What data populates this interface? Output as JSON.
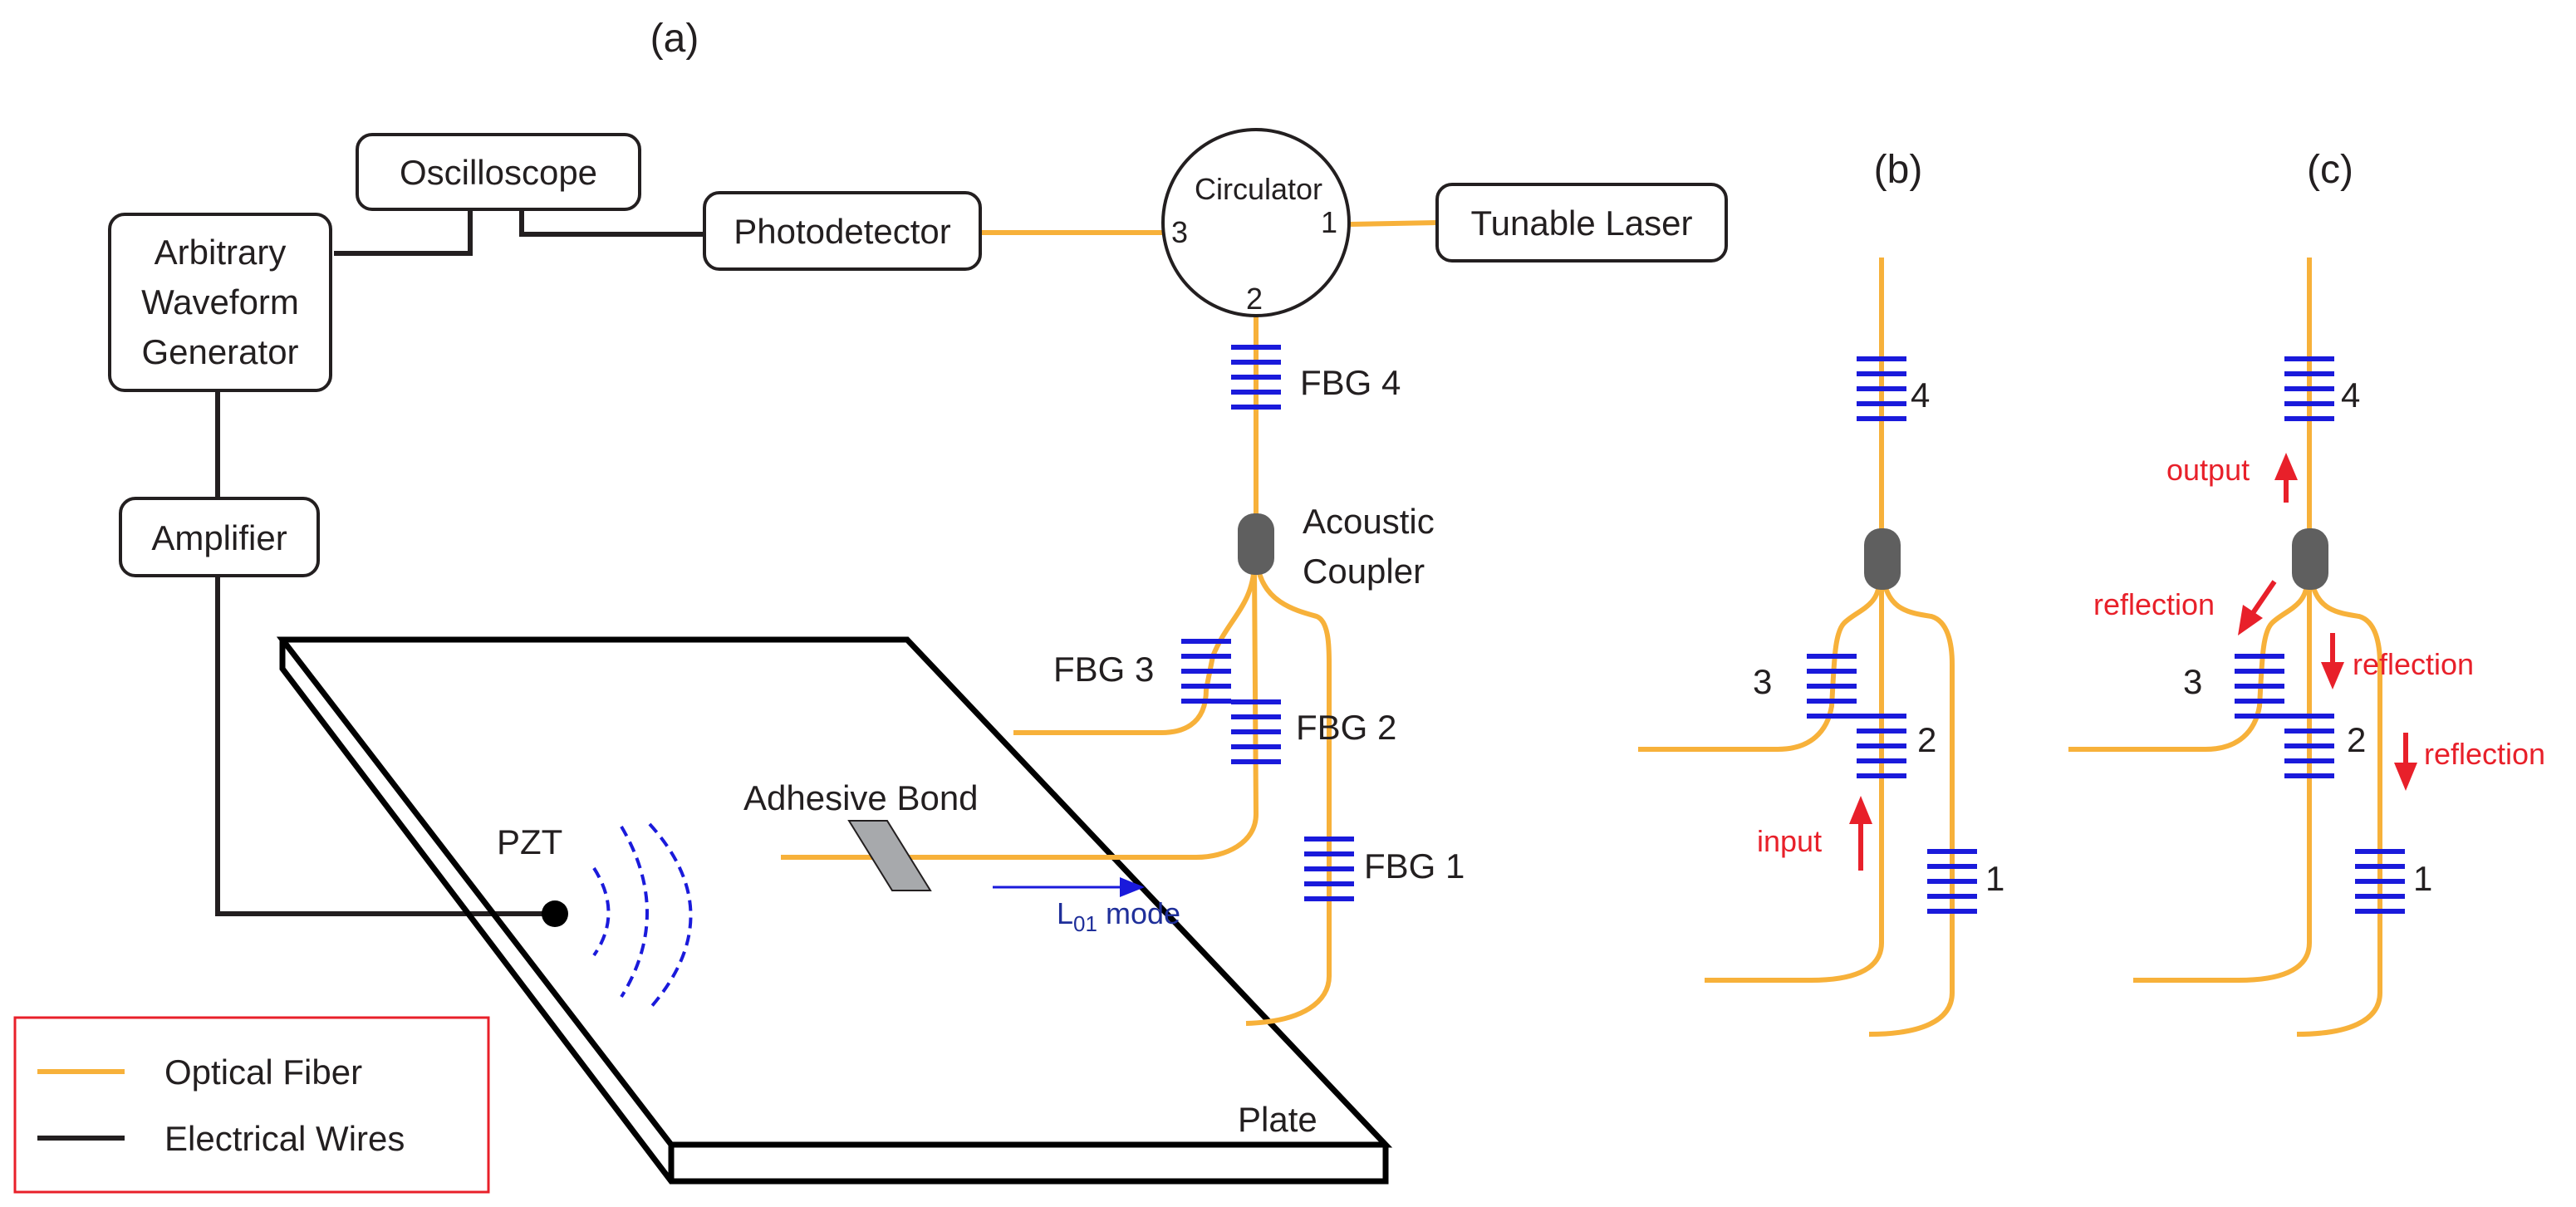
{
  "panels": {
    "a": "(a)",
    "b": "(b)",
    "c": "(c)"
  },
  "devices": {
    "oscilloscope": "Oscilloscope",
    "awg_line1": "Arbitrary",
    "awg_line2": "Waveform",
    "awg_line3": "Generator",
    "amplifier": "Amplifier",
    "photodetector": "Photodetector",
    "circulator": "Circulator",
    "tunable_laser": "Tunable Laser"
  },
  "ports": {
    "p1": "1",
    "p2": "2",
    "p3": "3"
  },
  "labels_a": {
    "fbg4": "FBG 4",
    "fbg3": "FBG 3",
    "fbg2": "FBG 2",
    "fbg1": "FBG 1",
    "coupler_line1": "Acoustic",
    "coupler_line2": "Coupler",
    "adhesive": "Adhesive Bond",
    "pzt": "PZT",
    "mode_main": "L",
    "mode_sub": "01",
    "mode_tail": " mode",
    "plate": "Plate"
  },
  "labels_b": {
    "n4": "4",
    "n3": "3",
    "n2": "2",
    "n1": "1",
    "input": "input"
  },
  "labels_c": {
    "n4": "4",
    "n3": "3",
    "n2": "2",
    "n1": "1",
    "output": "output",
    "reflection_left": "reflection",
    "reflection_mid": "reflection",
    "reflection_right": "reflection"
  },
  "legend": {
    "optical": "Optical Fiber",
    "electrical": "Electrical Wires"
  },
  "colors": {
    "optical_fiber": "#f7b13a",
    "electrical_wire": "#231f20",
    "grating": "#1a1adb",
    "coupler": "#5f5f5f",
    "annotation_red": "#e8202a",
    "mode_blue": "#1f2f9a",
    "legend_border": "#e8202a"
  }
}
